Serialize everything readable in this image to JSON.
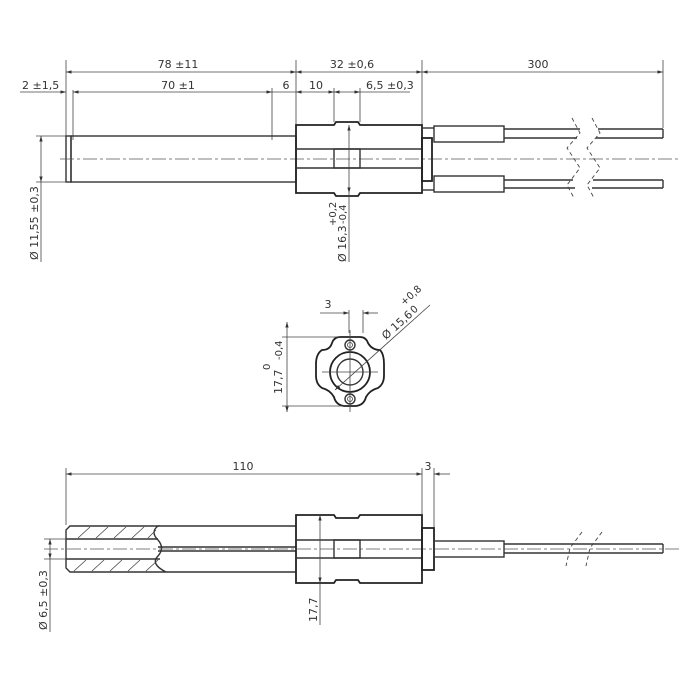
{
  "drawing": {
    "title": "Ceramic glow igniter dimensional drawing",
    "views": [
      "side-view-top",
      "end-view",
      "section-view-bottom"
    ]
  },
  "top_view": {
    "dims": {
      "overall_shaft": "78 ±11",
      "shaft_length": "70 ±1",
      "end_offset": "2 ±1,5",
      "gap": "6",
      "body_length": "32 ±0,6",
      "groove_offset": "10",
      "groove_width": "6,5 ±0,3",
      "lead_length": "300",
      "shaft_diameter": "Ø 11,55 ±0,3",
      "body_diameter": "Ø 16,3",
      "body_diameter_tol_upper": "+0,2",
      "body_diameter_tol_lower": "-0,4"
    }
  },
  "end_view": {
    "dims": {
      "hole_spacing": "3",
      "outer_diameter": "Ø 15,6",
      "outer_diameter_tol_upper": "+0,8",
      "outer_diameter_tol_lower": "0",
      "height": "17,7",
      "height_tol_upper": "0",
      "height_tol_lower": "-0,4"
    }
  },
  "section_view": {
    "dims": {
      "length": "110",
      "flange": "3",
      "bore_diameter": "Ø 6,5 ±0,3",
      "body_height": "17,7"
    }
  }
}
